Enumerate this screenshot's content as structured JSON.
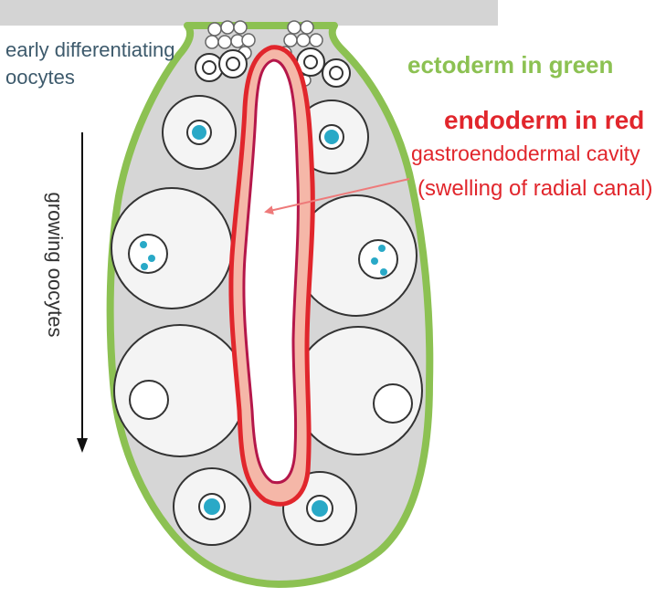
{
  "labels": {
    "early_differentiating": "early differentiating",
    "oocytes": "oocytes",
    "ectoderm": "ectoderm in green",
    "endoderm": "endoderm in red",
    "cavity": "gastroendodermal cavity",
    "swelling": "(swelling of radial canal)",
    "growing": "growing oocytes"
  },
  "colors": {
    "ectoderm_green": "#8cc152",
    "endoderm_red": "#e1262c",
    "cavity_fill": "#f5b7a8",
    "nucleus_cyan": "#29a9c7",
    "tissue_gray": "#d4d4d4",
    "oocyte_fill": "#f4f4f4"
  },
  "icons": {
    "pointer_arrow": "arrow-left-icon",
    "growth_arrow": "arrow-down-icon"
  }
}
